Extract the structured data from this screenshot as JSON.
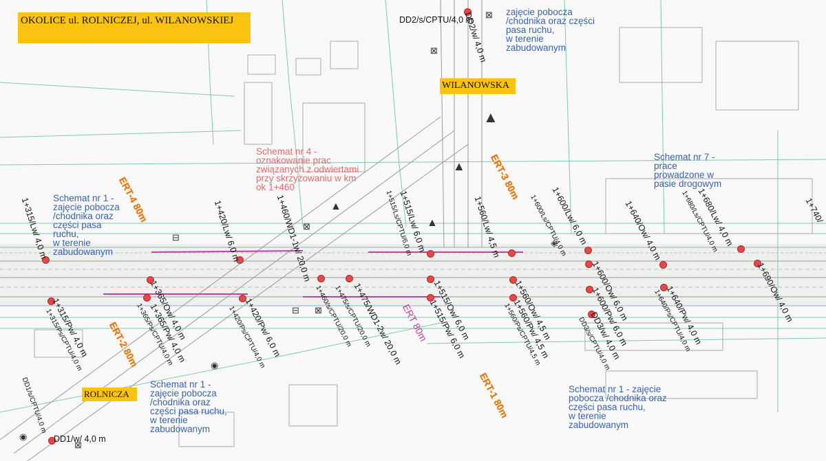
{
  "title": "OKOLICE ul. ROLNICZEJ, ul. WILANOWSKIEJ",
  "streets": {
    "wilanowska": "WILANOWSKA",
    "rolnicza": "ROLNICZA"
  },
  "schemat": {
    "s1_left": "Schemat nr 1 -\nzajęcie pobocza\n/chodnika oraz\nczęści pasa\nruchu,\nw terenie\nzabudowanym",
    "s1_top": "zajęcie pobocza\n/chodnika oraz części\npasa ruchu,\nw terenie\nzabudowanym",
    "s1_bottom_left": "Schemat nr 1 -\nzajęcie pobocza\n/chodnika oraz\nczęści pasa ruchu,\nw terenie\nzabudowanym",
    "s1_bottom_right": "Schemat nr 1 - zajęcie\npobocza /chodnika oraz\nczęści pasa ruchu,\nw terenie\nzabudowanym",
    "s4": "Schemat nr 4 -\noznakowanie prac\nzwiązanych z odwiertami\nprzy skrzyżowaniu w km\nok 1+460",
    "s7": "Schemat nr 7 -\nprace\nprowadzone w\npasie drogowym"
  },
  "ert": {
    "e1": "ERT-1 80m",
    "e2": "ERT-2 80m",
    "e3": "ERT-3 80m",
    "e4": "ERT-4 80m",
    "pink": "ERT 80m"
  },
  "labels": {
    "dd2s": "DD2/s/CPTU/4,0 m",
    "dd2w": "DD2/w/ 4,0 m",
    "l315Lw": "1+315/Lw/ 4,0 m",
    "l420Lw": "1+420/Lw/ 6,0 m",
    "l460wd1": "1+460/WD1-1w/ 20,0 m",
    "l515Ls": "1+515/Ls/CPTU/6,0 m",
    "l515Lw": "1+515/Lw/ 6,0 m",
    "l560Lw": "1+560/Lw/ 4,5 m",
    "l600Ls": "1+600/Ls/CPTU/4,0 m",
    "l600Lw": "1+600/Lw/ 6,0 m",
    "l640Ow": "1+640/Ow/ 4,0 m",
    "l680Ls": "1+680/Ls/CPTU/4,0 m",
    "l680Lw": "1+680/Lw/ 4,0 m",
    "l740": "1+740/",
    "l315Pw": "1+315/Pw/ 4,0 m",
    "l315Ps": "1+315/Ps/CPTU/4,0 m",
    "l365Ow": "1+365/Ow/ 4,0 m",
    "l365Ps": "1+365/Ps/CPTU/4,0 m",
    "l365Pw": "1+365/Pw/ 4,0 m",
    "l420Pw": "1+420/Pw/ 6,0 m",
    "l420Ps": "1+420/Ps/CPTU/4,0 m",
    "l460s": "1+460/s/CPTU/20,0 m",
    "l475s": "1+475/s/CPTU/20,0 m",
    "l475wd1": "1+475/WD1-2w/ 20,0 m",
    "l515Ow": "1+515/Ow/ 6,0 m",
    "l515Pw": "1+515/Pw/ 6,0 m",
    "l560Ow": "1+560/Ow/ 4,5 m",
    "l560Pw": "1+560/Pw/ 4,5 m",
    "l560Ps": "1+560/Ps/CPTU/4,5 m",
    "l600Ow": "1+600/Ow/ 6,0 m",
    "l600Pw": "1+600/Pw/ 6,0 m",
    "dd3w": "DD3/w/ 4,0 m",
    "dd3s": "DD3/s/CPTU/4,0 m",
    "l640Pw": "1+640/Pw/ 4,0 m",
    "l640Ps": "1+640/Ps/CPTU/4,0 m",
    "l690Ow": "1+690/Ow/ 4,0 m",
    "dd1s": "DD1/s/CPTU/4,0 m",
    "dd1w": "DD1/w/ 4,0 m"
  },
  "colors": {
    "boring": "#e04a4a",
    "schemat_text": "#3a62a8",
    "schemat_red": "#e06b72",
    "ert": "#e0701b",
    "ert_pink": "#c23fa5",
    "road_line": "#c23fa5",
    "map_lines": "#7fc9a8",
    "street_box": "#fbc311"
  }
}
